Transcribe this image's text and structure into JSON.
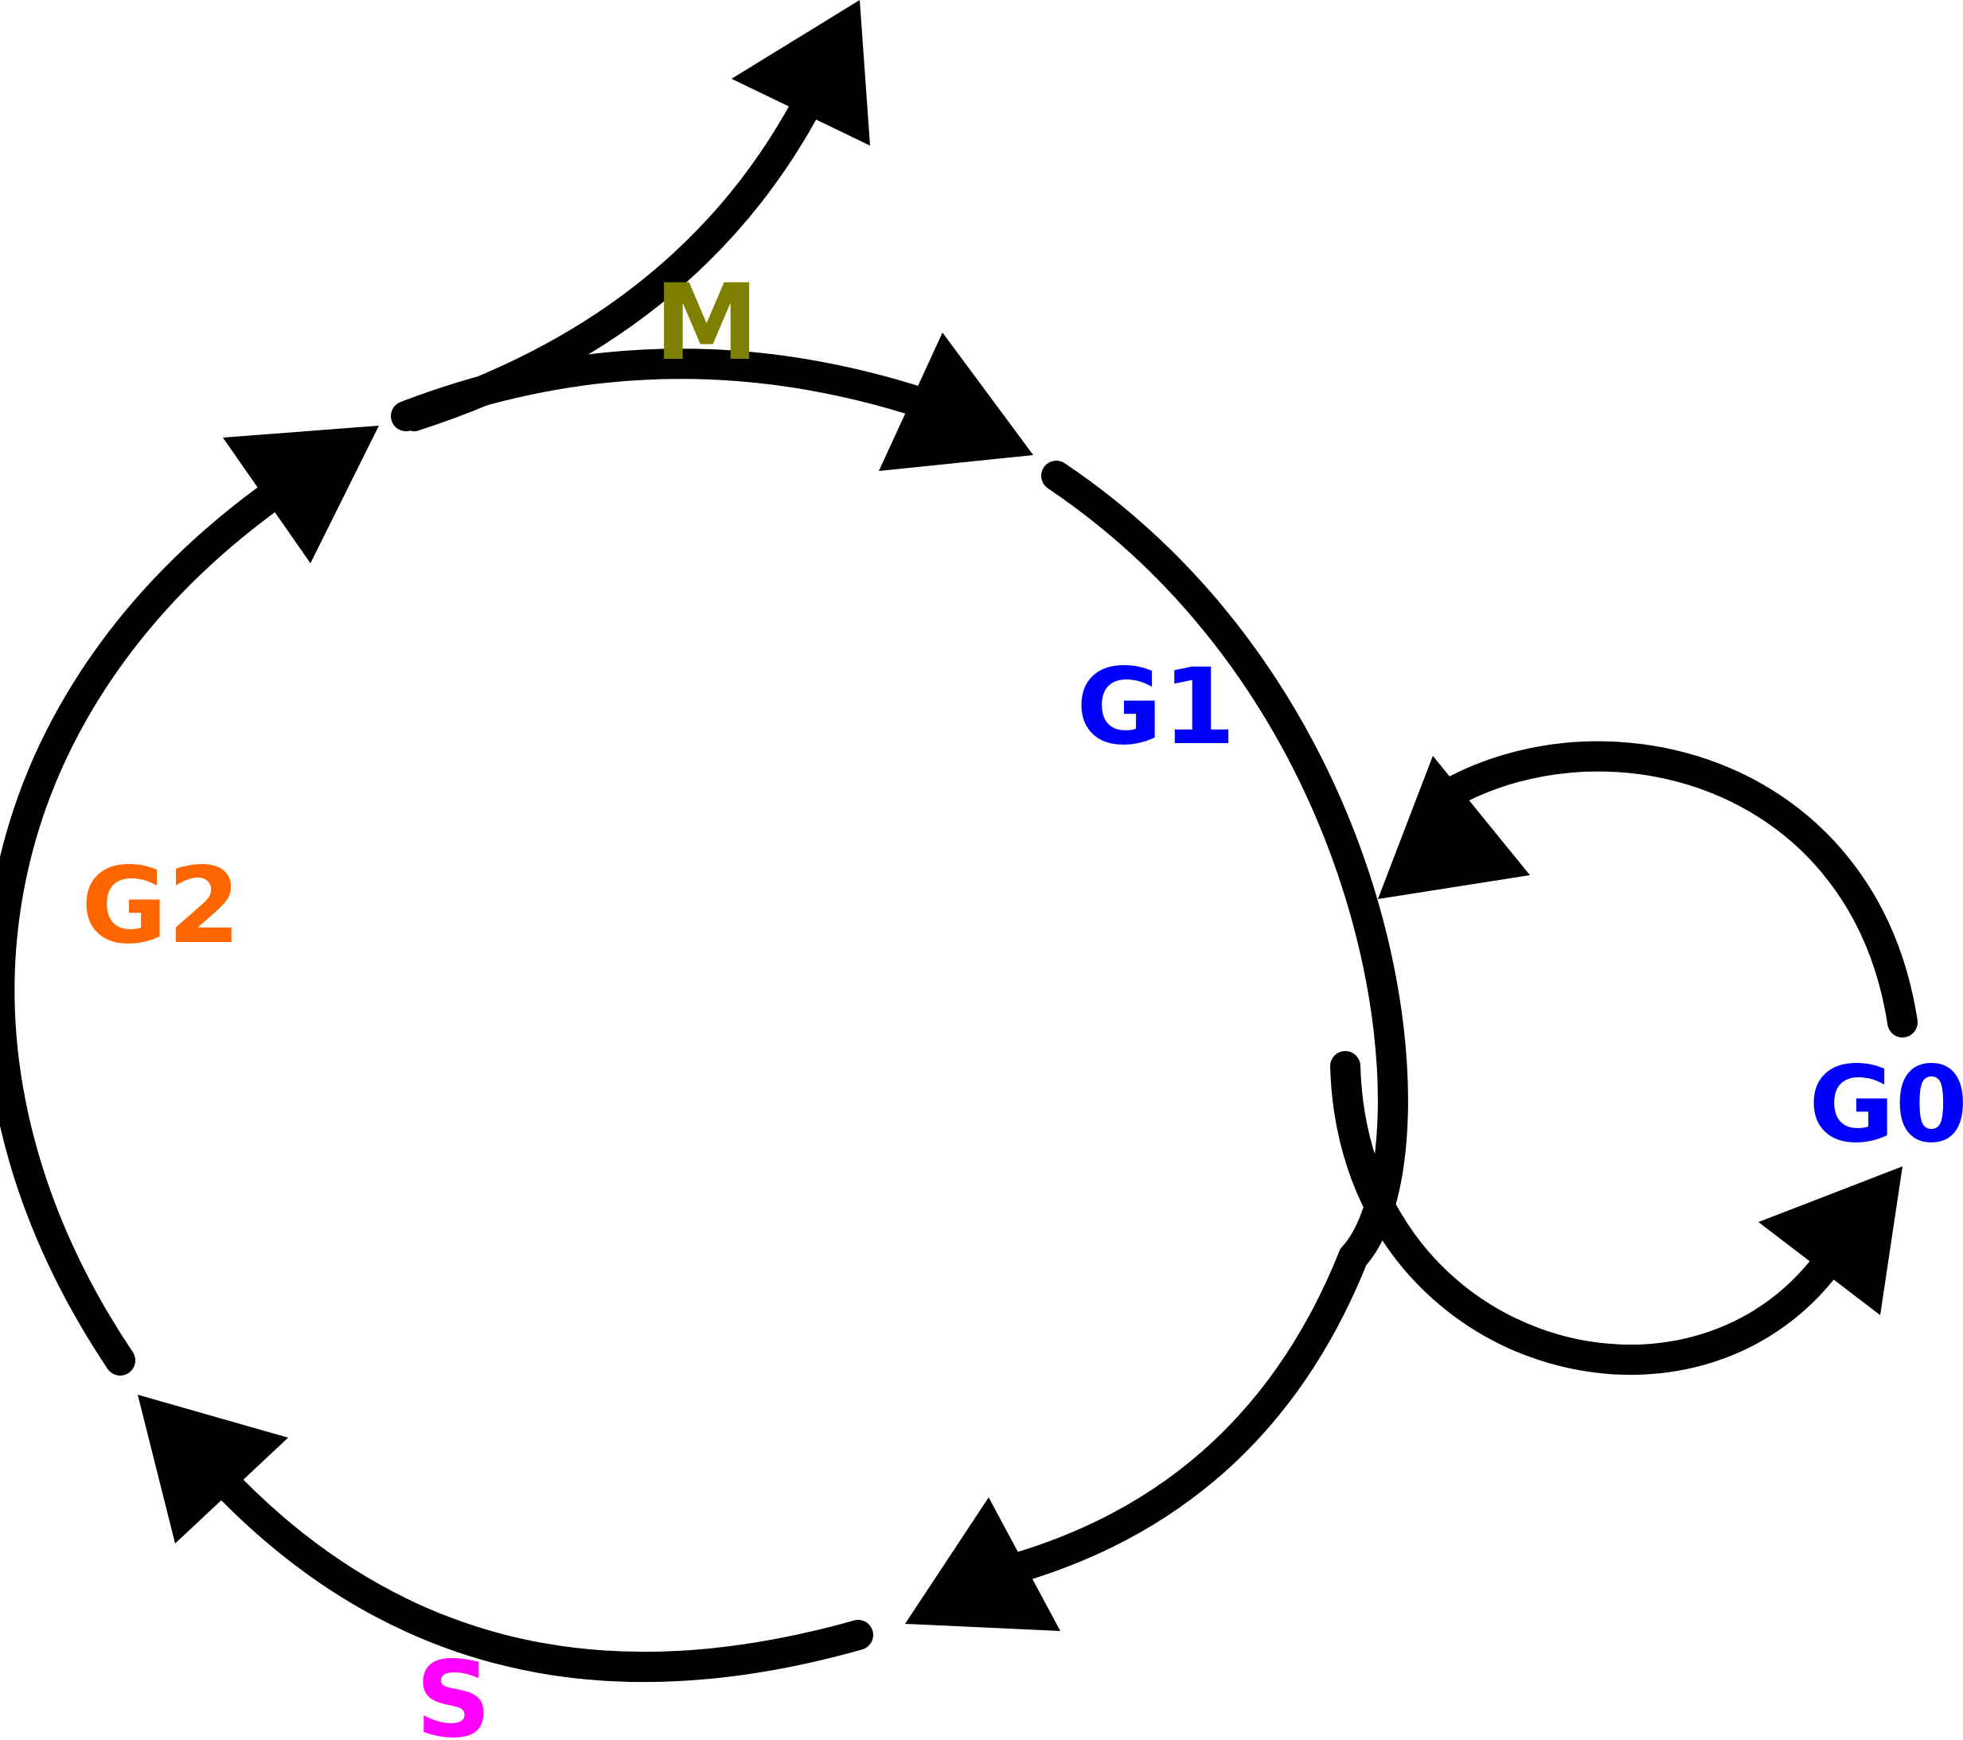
{
  "phases": {
    "m": {
      "label": "M",
      "color": "#808000"
    },
    "g1": {
      "label": "G1",
      "color": "#0000ff"
    },
    "g2": {
      "label": "G2",
      "color": "#ff6600"
    },
    "s": {
      "label": "S",
      "color": "#ff00ff"
    },
    "g0": {
      "label": "G0",
      "color": "#0000ff"
    }
  },
  "arrow_color": "#000000"
}
